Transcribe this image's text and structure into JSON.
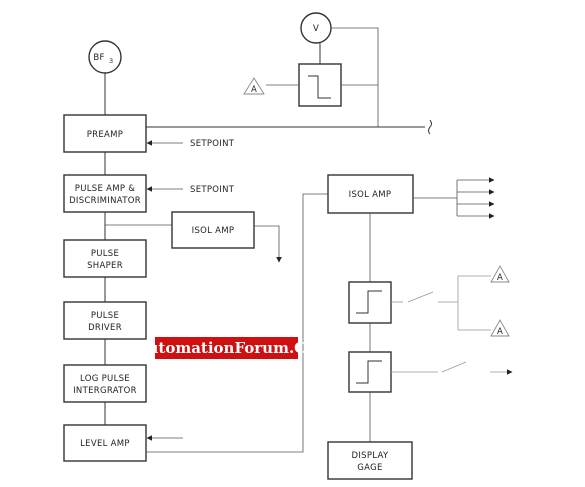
{
  "diagram": {
    "bf3_sensor": {
      "label": "BF",
      "subscript": "3"
    },
    "voltmeter": {
      "label": "V"
    },
    "alarm_label": "A",
    "blocks": {
      "preamp": "PREAMP",
      "pulse_amp_line1": "PULSE AMP &",
      "pulse_amp_line2": "DISCRIMINATOR",
      "isol_amp_left": "ISOL AMP",
      "pulse_shaper_line1": "PULSE",
      "pulse_shaper_line2": "SHAPER",
      "pulse_driver_line1": "PULSE",
      "pulse_driver_line2": "DRIVER",
      "log_pulse_line1": "LOG PULSE",
      "log_pulse_line2": "INTERGRATOR",
      "level_amp": "LEVEL AMP",
      "isol_amp_right": "ISOL AMP",
      "display_line1": "DISPLAY",
      "display_line2": "GAGE"
    },
    "setpoint_1": "SETPOINT",
    "setpoint_2": "SETPOINT",
    "watermark": "AutomationForum.Co",
    "watermark_color": "#d01010"
  }
}
